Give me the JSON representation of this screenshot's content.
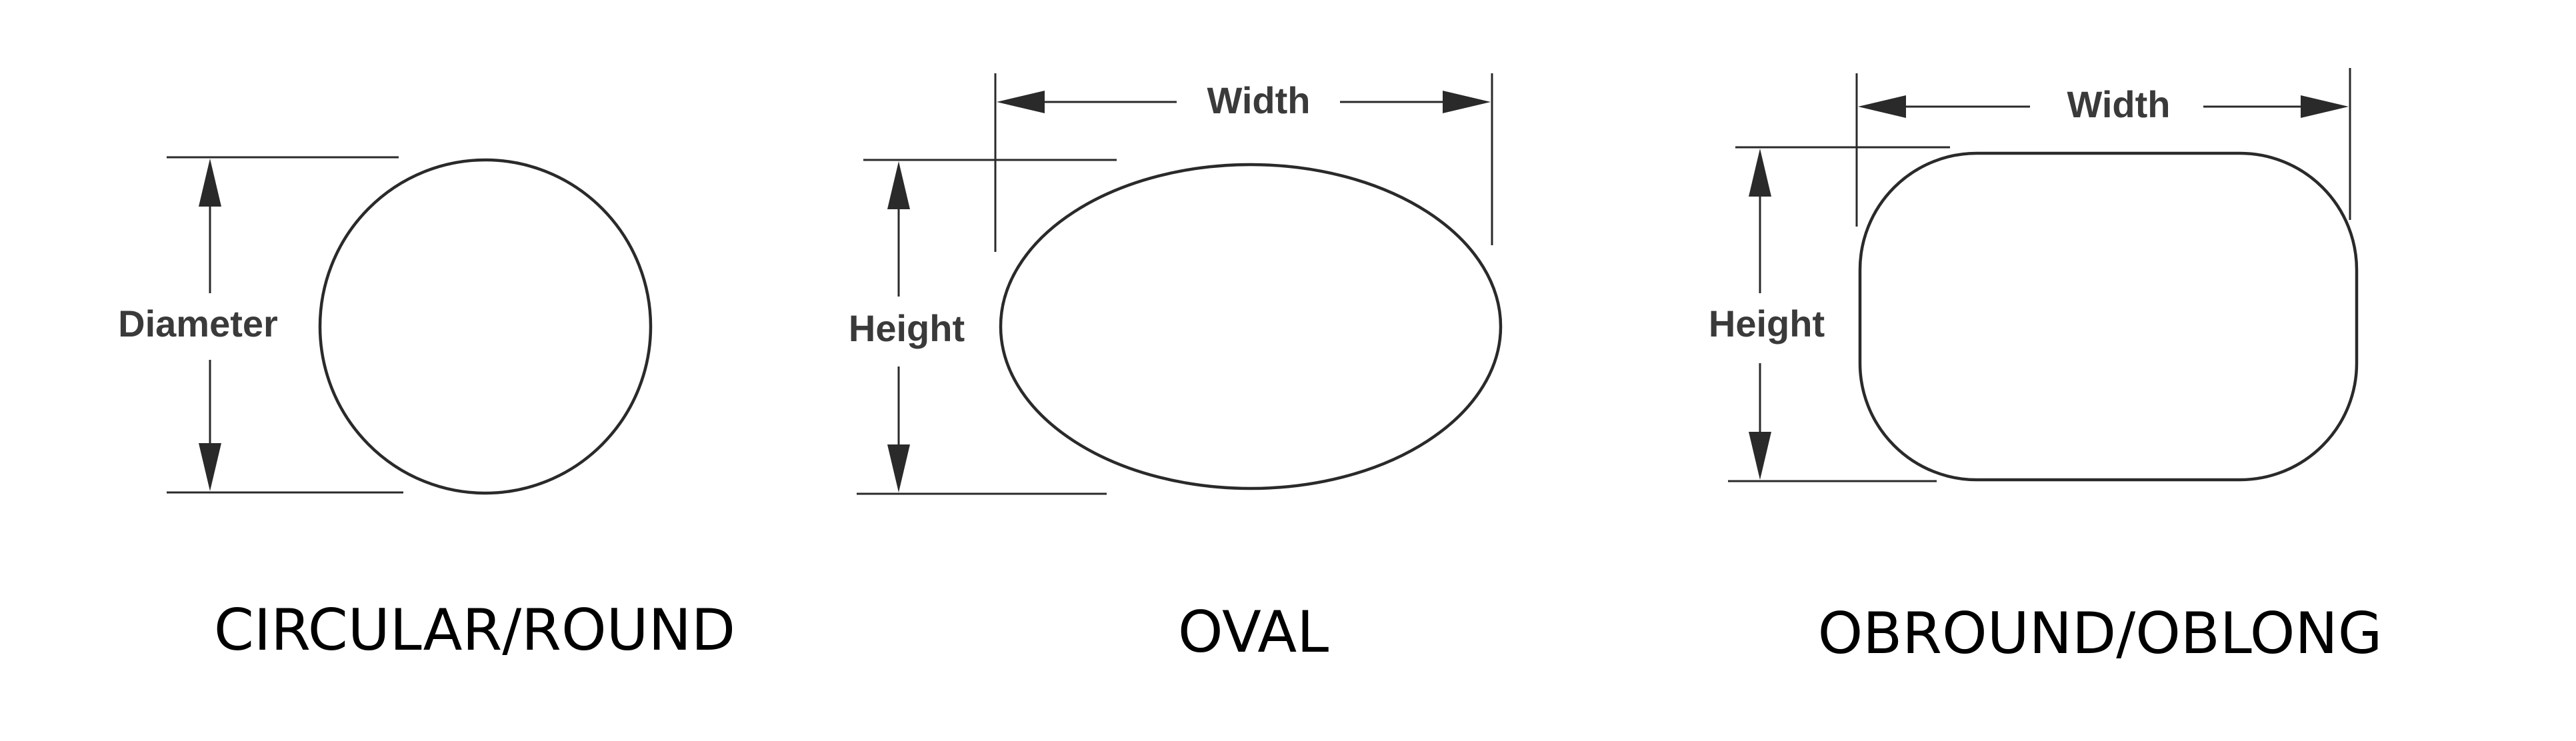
{
  "shapes": {
    "circular": {
      "caption": "CIRCULAR/ROUND",
      "dimension_label": "Diameter"
    },
    "oval": {
      "caption": "OVAL",
      "width_label": "Width",
      "height_label": "Height"
    },
    "obround": {
      "caption": "OBROUND/OBLONG",
      "width_label": "Width",
      "height_label": "Height"
    }
  }
}
